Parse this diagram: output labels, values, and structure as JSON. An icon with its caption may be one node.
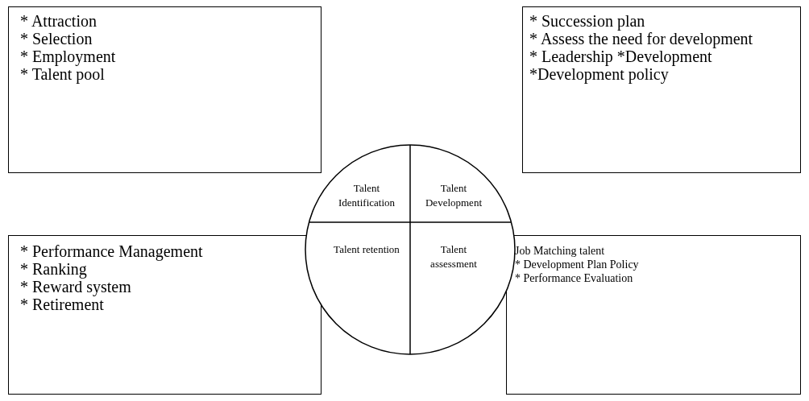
{
  "diagram": {
    "nodes": [
      {
        "text": [
          "* Attraction",
          "* Selection",
          "* Employment",
          "* Talent pool"
        ]
      },
      {
        "text": [
          "* Succession plan",
          "* Assess the need for development",
          "* Leadership *Development",
          "*Development policy"
        ]
      },
      {
        "text": [
          "Talent Identification",
          "Talent Development",
          "Talent retention",
          "Talent assessment"
        ]
      },
      {
        "text": [
          "* Performance Management",
          "* Ranking",
          "* Reward system",
          "* Retirement"
        ]
      },
      {
        "text": [
          "Job Matching talent",
          "* Development Plan Policy",
          "* Performance Evaluation"
        ]
      }
    ],
    "edges": []
  }
}
